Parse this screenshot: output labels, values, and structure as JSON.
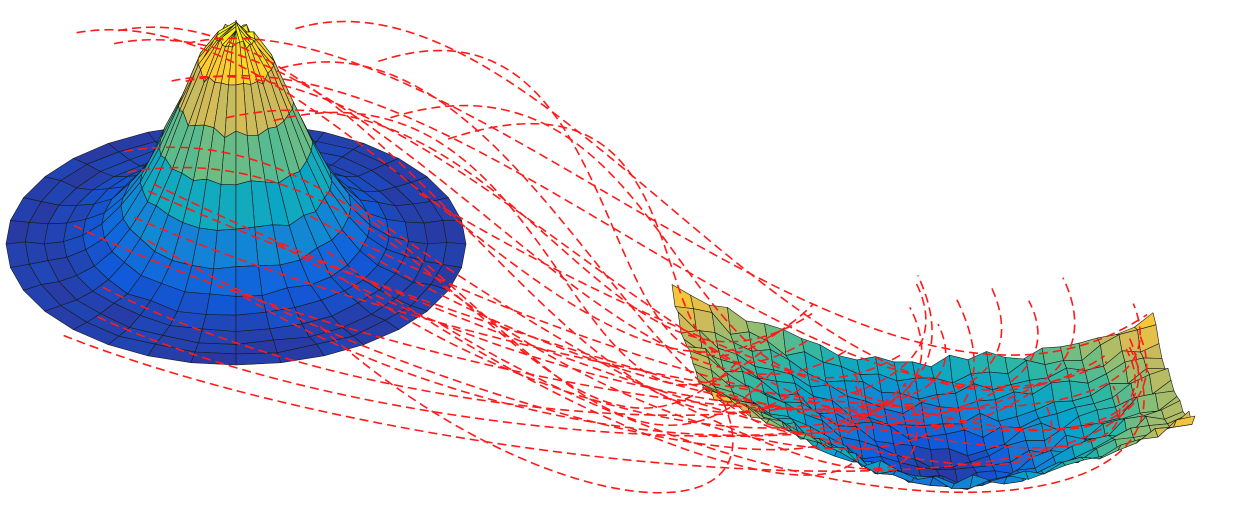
{
  "figure": {
    "left_surface": {
      "shape": "gaussian-peak",
      "colormap": "parula",
      "grid_rings": 12,
      "grid_sectors": 32
    },
    "right_surface": {
      "shape": "noisy-valley",
      "colormap": "parula",
      "grid_cols": 26,
      "grid_rows": 14
    },
    "correspondence_lines": {
      "count": 34,
      "color": "#ff1a1a",
      "style": "dashed"
    },
    "colors": {
      "background": "#ffffff",
      "edge": "#1a1a1a",
      "parula": [
        "#352a87",
        "#0f5cdd",
        "#1481d6",
        "#06a4ca",
        "#2eb7a4",
        "#87bf77",
        "#d1bb59",
        "#fec832",
        "#f9fb0e"
      ]
    }
  }
}
